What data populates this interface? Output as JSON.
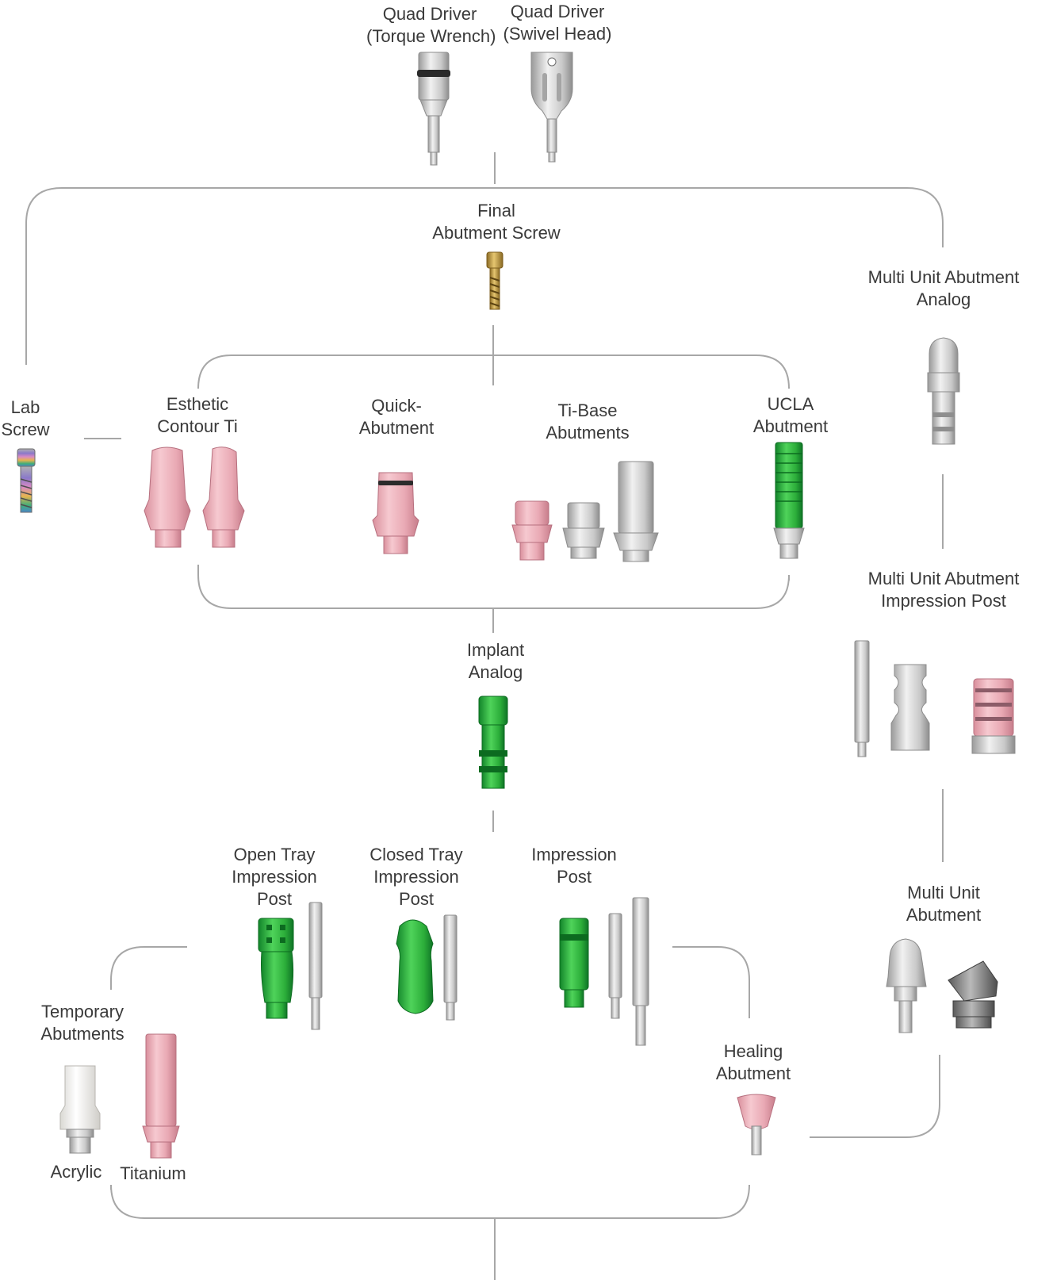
{
  "colors": {
    "connector": "#a7a7a7",
    "pink": "#e9a9b4",
    "green": "#2cae3a",
    "titanium": "#c9c9c9",
    "gold": "#c39a3d",
    "white": "#f2f1ee"
  },
  "labels": {
    "quad_driver_torque": [
      "Quad Driver",
      "(Torque Wrench)"
    ],
    "quad_driver_swivel": [
      "Quad Driver",
      "(Swivel Head)"
    ],
    "final_abutment_screw": [
      "Final",
      "Abutment Screw"
    ],
    "mua_analog": [
      "Multi Unit Abutment",
      "Analog"
    ],
    "lab_screw": [
      "Lab",
      "Screw"
    ],
    "esthetic_contour": [
      "Esthetic",
      "Contour Ti"
    ],
    "quick_abutment": [
      "Quick-",
      "Abutment"
    ],
    "ti_base": [
      "Ti-Base",
      "Abutments"
    ],
    "ucla": [
      "UCLA",
      "Abutment"
    ],
    "mua_impression_post": [
      "Multi Unit Abutment",
      "Impression Post"
    ],
    "implant_analog": [
      "Implant",
      "Analog"
    ],
    "open_tray": [
      "Open Tray",
      "Impression",
      "Post"
    ],
    "closed_tray": [
      "Closed Tray",
      "Impression",
      "Post"
    ],
    "impression_post": [
      "Impression",
      "Post"
    ],
    "multi_unit_abutment": [
      "Multi Unit",
      "Abutment"
    ],
    "temporary_abutments": [
      "Temporary",
      "Abutments"
    ],
    "healing_abutment": [
      "Healing",
      "Abutment"
    ],
    "acrylic": [
      "Acrylic"
    ],
    "titanium": [
      "Titanium"
    ]
  }
}
